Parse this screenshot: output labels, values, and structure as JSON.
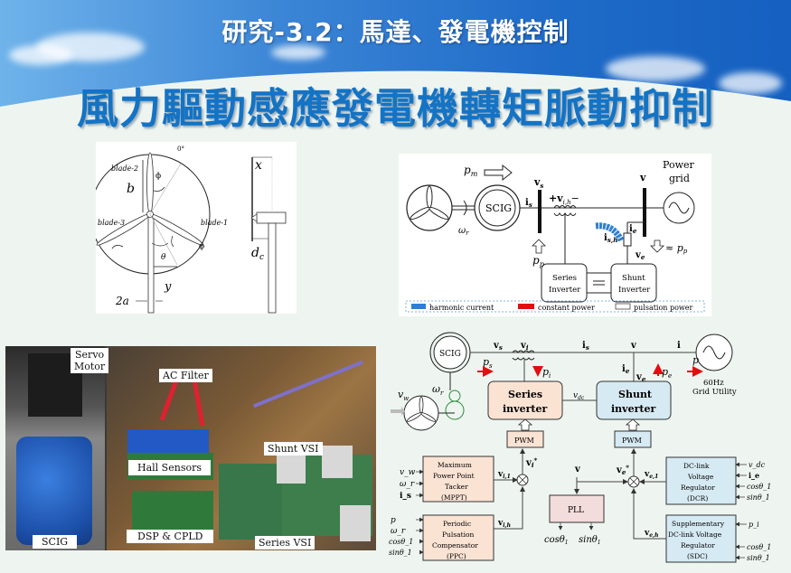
{
  "header": {
    "subtitle": "研究-3.2：馬達、發電機控制",
    "title": "風力驅動感應發電機轉矩脈動抑制"
  },
  "turbine_figure": {
    "labels": {
      "zero_deg": "0°",
      "blade1": "blade-1",
      "blade2": "blade-2",
      "blade3": "blade-3",
      "b": "b",
      "phi_top": "ϕ",
      "phi_bottom": "ϕ",
      "theta": "θ",
      "y": "y",
      "two_a": "2a",
      "x": "x",
      "dc": "d",
      "dc_sub": "c"
    }
  },
  "power_flow_figure": {
    "labels": {
      "pm": "p",
      "pm_sub": "m",
      "vs": "v",
      "vs_sub": "s",
      "is": "i",
      "is_sub": "s",
      "vih": "+v",
      "vih_sub": "i,h",
      "vih_minus": "−",
      "scig": "SCIG",
      "omega_r": "ω",
      "omega_r_sub": "r",
      "v": "v",
      "power_grid_1": "Power",
      "power_grid_2": "grid",
      "ie": "i",
      "ie_sub": "e",
      "ish": "i",
      "ish_sub": "s,h",
      "ve": "v",
      "ve_sub": "e",
      "approx_pp": "≈ p",
      "approx_pp_sub": "p",
      "pp": "p",
      "pp_sub": "p",
      "series_1": "Series",
      "series_2": "Inverter",
      "shunt_1": "Shunt",
      "shunt_2": "Inverter"
    },
    "legend": [
      {
        "label": "harmonic current",
        "color": "#2f7fd0"
      },
      {
        "label": "constant power",
        "color": "#e01010"
      },
      {
        "label": "pulsation power",
        "color": "#444444"
      }
    ]
  },
  "photo": {
    "labels": [
      {
        "key": "servo",
        "text": "Servo\nMotor"
      },
      {
        "key": "ac_filter",
        "text": "AC Filter"
      },
      {
        "key": "hall",
        "text": "Hall Sensors"
      },
      {
        "key": "shunt_vsi",
        "text": "Shunt VSI"
      },
      {
        "key": "scig",
        "text": "SCIG"
      },
      {
        "key": "dsp",
        "text": "DSP & CPLD"
      },
      {
        "key": "series_vsi",
        "text": "Series VSI"
      }
    ]
  },
  "control_figure": {
    "top": {
      "scig": "SCIG",
      "vs": "v",
      "vs_sub": "s",
      "vi": "v",
      "vi_sub": "i",
      "is": "i",
      "is_sub": "s",
      "v": "v",
      "i": "i",
      "ps": "p",
      "ps_sub": "s",
      "pi": "p",
      "pi_sub": "i",
      "ie": "i",
      "ie_sub": "e",
      "ve": "v",
      "ve_sub": "e",
      "pe": "p",
      "pe_sub": "e",
      "p": "p",
      "vw": "v",
      "vw_sub": "w",
      "omega_r": "ω",
      "omega_r_sub": "r",
      "vdc": "v",
      "vdc_sub": "dc",
      "grid_1": "60Hz",
      "grid_2": "Grid Utility"
    },
    "blocks": {
      "series_1": "Series",
      "series_2": "inverter",
      "shunt_1": "Shunt",
      "shunt_2": "inverter",
      "pwm": "PWM",
      "mppt": [
        "Maximum",
        "Power Point",
        "Tacker",
        "(MPPT)"
      ],
      "ppc": [
        "Periodic",
        "Pulsation",
        "Compensator",
        "(PPC)"
      ],
      "pll": "PLL",
      "dcr": [
        "DC-link",
        "Voltage",
        "Regulator",
        "(DCR)"
      ],
      "sdc": [
        "Supplementary",
        "DC-link Voltage",
        "Regulator",
        "(SDC)"
      ]
    },
    "signals": {
      "vi1": "v",
      "vi1_sub": "i,1",
      "vih": "v",
      "vih_sub": "i,h",
      "vistar": "v",
      "vistar_sub": "i",
      "vestar": "v",
      "vestar_sub": "e",
      "ve1": "v",
      "ve1_sub": "e,1",
      "veh": "v",
      "veh_sub": "e,h",
      "v_pll": "v",
      "cos": "cosθ",
      "sin": "sinθ",
      "one": "1",
      "mppt_in": [
        "v_w",
        "ω_r",
        "i_s"
      ],
      "ppc_in": [
        "p",
        "ω_r",
        "cosθ_1",
        "sinθ_1"
      ],
      "dcr_in": [
        "v_dc",
        "i_e",
        "cosθ_1",
        "sinθ_1"
      ],
      "sdc_in": [
        "p_i",
        "cosθ_1",
        "sinθ_1"
      ]
    }
  }
}
